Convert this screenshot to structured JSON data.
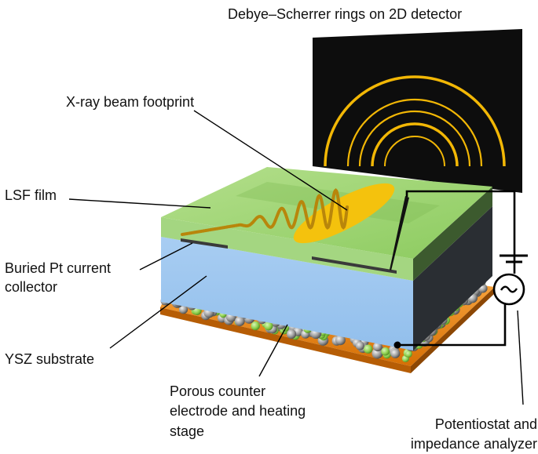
{
  "colors": {
    "lsf_film": "#8fcc6a",
    "ysz_substrate": "#9cc4ee",
    "substrate_side": "#2a2e33",
    "heating_stage": "#f08a12",
    "pt_collector": "#3a3a3a",
    "beam_footprint": "#f4c20d",
    "xray_wave": "#b8860b",
    "detector_background": "#0d0d0d",
    "detector_rings": "#f2b705",
    "porous_particles_green": "#8fd14f",
    "porous_particles_grey": "#9a9a9a"
  },
  "labels": {
    "detector": "Debye–Scherrer rings on 2D detector",
    "beam": "X-ray beam footprint",
    "lsf": "LSF film",
    "pt_line1": "Buried Pt current",
    "pt_line2": "collector",
    "ysz": "YSZ substrate",
    "porous_line1": "Porous counter",
    "porous_line2": "electrode and heating",
    "porous_line3": "stage",
    "potentiostat_line1": "Potentiostat and",
    "potentiostat_line2": "impedance analyzer"
  },
  "icons": {
    "ac_source": "tilde-in-circle",
    "battery": "battery-symbol"
  }
}
